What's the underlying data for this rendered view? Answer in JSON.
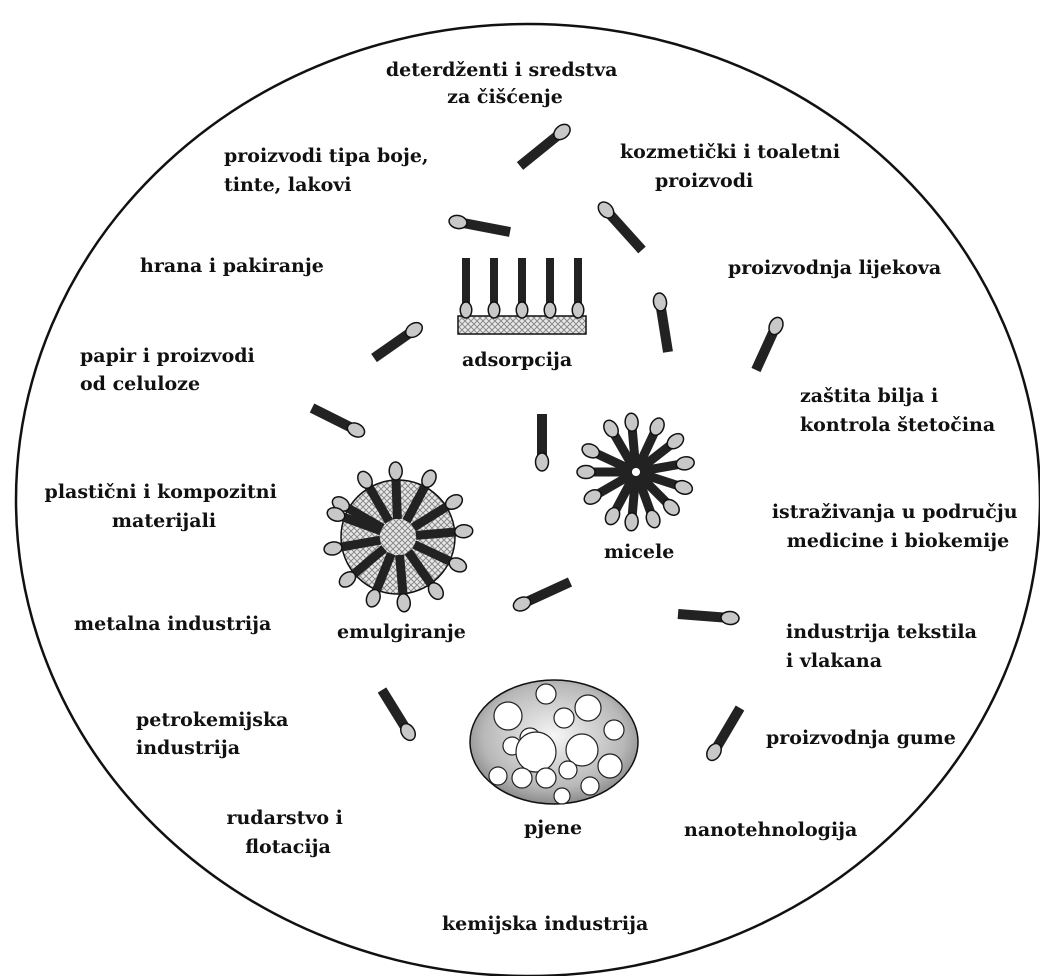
{
  "applications": [
    {
      "id": "deterdzenti",
      "lines": [
        "deterdženti i sredstva",
        "za čišćenje"
      ]
    },
    {
      "id": "kozmeticki",
      "lines": [
        "kozmetički i toaletni",
        "proizvodi"
      ]
    },
    {
      "id": "boje",
      "lines": [
        "proizvodi tipa boje,",
        "tinte, lakovi"
      ]
    },
    {
      "id": "hrana",
      "lines": [
        "hrana i pakiranje"
      ]
    },
    {
      "id": "lijekovi",
      "lines": [
        "proizvodnja lijekova"
      ]
    },
    {
      "id": "papir",
      "lines": [
        "papir i proizvodi",
        "od celuloze"
      ]
    },
    {
      "id": "bilje",
      "lines": [
        "zaštita bilja i",
        "kontrola štetočina"
      ]
    },
    {
      "id": "plasticni",
      "lines": [
        "plastični i kompozitni",
        "materijali"
      ]
    },
    {
      "id": "medicina",
      "lines": [
        "istraživanja u području",
        "medicine i biokemije"
      ]
    },
    {
      "id": "metalna",
      "lines": [
        "metalna industrija"
      ]
    },
    {
      "id": "tekstil",
      "lines": [
        "industrija tekstila",
        "i vlakana"
      ]
    },
    {
      "id": "petrokemija",
      "lines": [
        "petrokemijska",
        "industrija"
      ]
    },
    {
      "id": "guma",
      "lines": [
        "proizvodnja gume"
      ]
    },
    {
      "id": "rudarstvo",
      "lines": [
        "rudarstvo i",
        "flotacija"
      ]
    },
    {
      "id": "nano",
      "lines": [
        "nanotehnologija"
      ]
    },
    {
      "id": "kemijska",
      "lines": [
        "kemijska industrija"
      ]
    }
  ],
  "phenomena": {
    "adsorpcija": "adsorpcija",
    "micele": "micele",
    "emulgiranje": "emulgiranje",
    "pjene": "pjene"
  },
  "colors": {
    "tail": "#222222",
    "head": "#c8c8c8",
    "outline": "#111111",
    "hatch": "#9a9a9a"
  }
}
